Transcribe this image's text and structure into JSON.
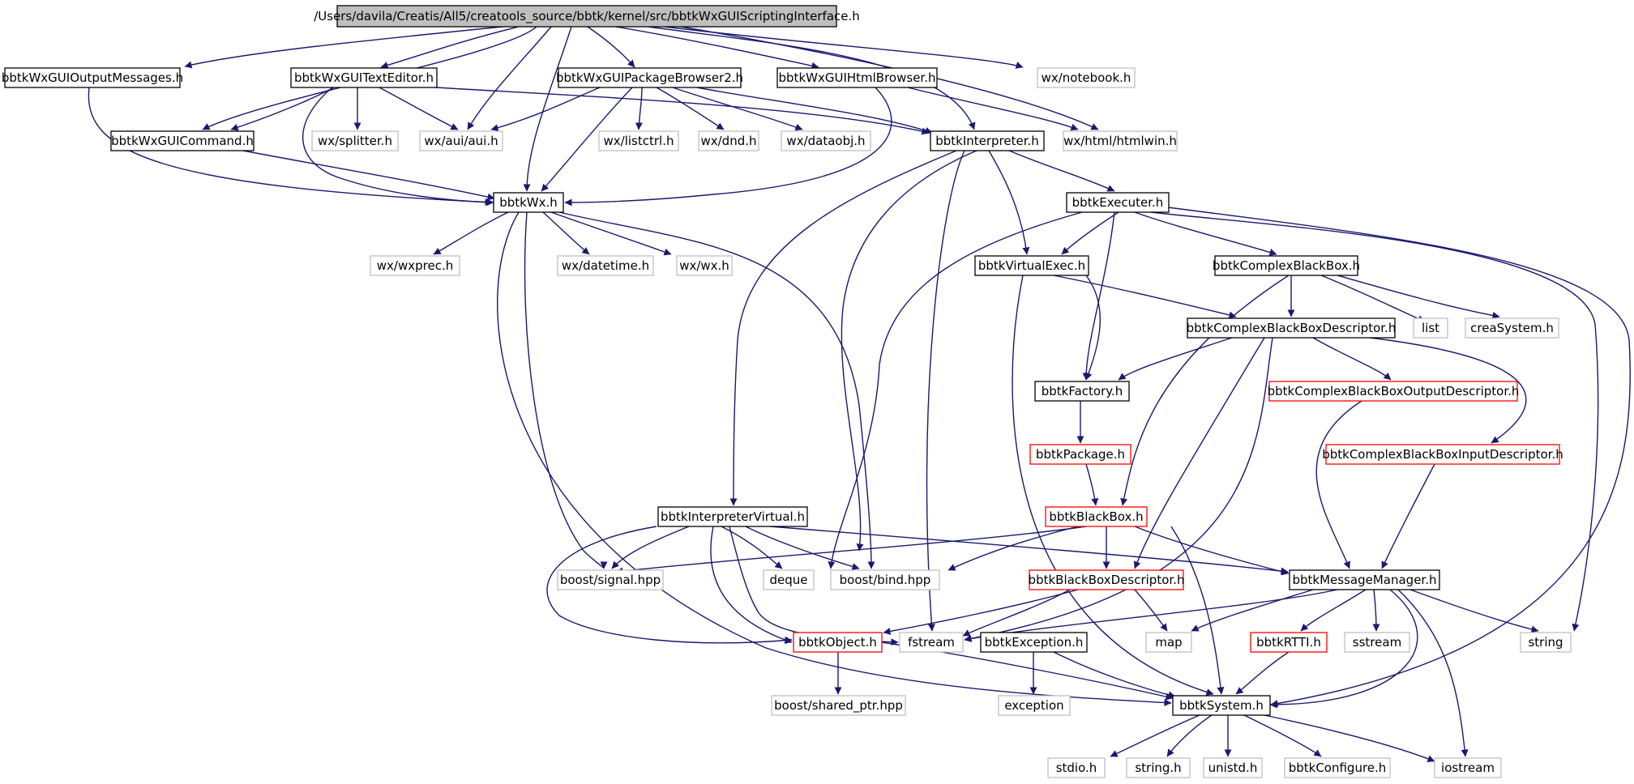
{
  "colors": {
    "edge": "#191970",
    "root_fill": "#bfbfbf",
    "node_border": "#000000",
    "truncated_border": "#ff0000",
    "external_border": "#bfbfbf",
    "text": "#000000",
    "background": "#ffffff"
  },
  "nodes": [
    {
      "id": "root",
      "label": "/Users/davila/Creatis/All5/creatools_source/bbtk/kernel/src/bbtkWxGUIScriptingInterface.h",
      "kind": "root"
    },
    {
      "id": "outmsg",
      "label": "bbtkWxGUIOutputMessages.h",
      "kind": "normal"
    },
    {
      "id": "texted",
      "label": "bbtkWxGUITextEditor.h",
      "kind": "normal"
    },
    {
      "id": "pkgbr",
      "label": "bbtkWxGUIPackageBrowser2.h",
      "kind": "normal"
    },
    {
      "id": "htmlbr",
      "label": "bbtkWxGUIHtmlBrowser.h",
      "kind": "normal"
    },
    {
      "id": "notebook",
      "label": "wx/notebook.h",
      "kind": "external"
    },
    {
      "id": "command",
      "label": "bbtkWxGUICommand.h",
      "kind": "normal"
    },
    {
      "id": "splitter",
      "label": "wx/splitter.h",
      "kind": "external"
    },
    {
      "id": "aui",
      "label": "wx/aui/aui.h",
      "kind": "external"
    },
    {
      "id": "listctrl",
      "label": "wx/listctrl.h",
      "kind": "external"
    },
    {
      "id": "dnd",
      "label": "wx/dnd.h",
      "kind": "external"
    },
    {
      "id": "dataobj",
      "label": "wx/dataobj.h",
      "kind": "external"
    },
    {
      "id": "interp",
      "label": "bbtkInterpreter.h",
      "kind": "normal"
    },
    {
      "id": "htmlwin",
      "label": "wx/html/htmlwin.h",
      "kind": "external"
    },
    {
      "id": "wx",
      "label": "bbtkWx.h",
      "kind": "normal"
    },
    {
      "id": "executer",
      "label": "bbtkExecuter.h",
      "kind": "normal"
    },
    {
      "id": "wxprec",
      "label": "wx/wxprec.h",
      "kind": "external"
    },
    {
      "id": "datetime",
      "label": "wx/datetime.h",
      "kind": "external"
    },
    {
      "id": "wxwx",
      "label": "wx/wx.h",
      "kind": "external"
    },
    {
      "id": "vexec",
      "label": "bbtkVirtualExec.h",
      "kind": "normal"
    },
    {
      "id": "cbb",
      "label": "bbtkComplexBlackBox.h",
      "kind": "normal"
    },
    {
      "id": "cbbd",
      "label": "bbtkComplexBlackBoxDescriptor.h",
      "kind": "normal"
    },
    {
      "id": "list",
      "label": "list",
      "kind": "external"
    },
    {
      "id": "creasys",
      "label": "creaSystem.h",
      "kind": "external"
    },
    {
      "id": "factory",
      "label": "bbtkFactory.h",
      "kind": "normal"
    },
    {
      "id": "cbbod",
      "label": "bbtkComplexBlackBoxOutputDescriptor.h",
      "kind": "truncated"
    },
    {
      "id": "package",
      "label": "bbtkPackage.h",
      "kind": "truncated"
    },
    {
      "id": "cbbid",
      "label": "bbtkComplexBlackBoxInputDescriptor.h",
      "kind": "truncated"
    },
    {
      "id": "interpv",
      "label": "bbtkInterpreterVirtual.h",
      "kind": "normal"
    },
    {
      "id": "bb",
      "label": "bbtkBlackBox.h",
      "kind": "truncated"
    },
    {
      "id": "signal",
      "label": "boost/signal.hpp",
      "kind": "external"
    },
    {
      "id": "deque",
      "label": "deque",
      "kind": "external"
    },
    {
      "id": "bind",
      "label": "boost/bind.hpp",
      "kind": "external"
    },
    {
      "id": "bbd",
      "label": "bbtkBlackBoxDescriptor.h",
      "kind": "truncated"
    },
    {
      "id": "msgmgr",
      "label": "bbtkMessageManager.h",
      "kind": "normal"
    },
    {
      "id": "object",
      "label": "bbtkObject.h",
      "kind": "truncated"
    },
    {
      "id": "fstream",
      "label": "fstream",
      "kind": "external"
    },
    {
      "id": "exception",
      "label": "bbtkException.h",
      "kind": "normal"
    },
    {
      "id": "map",
      "label": "map",
      "kind": "external"
    },
    {
      "id": "rtti",
      "label": "bbtkRTTI.h",
      "kind": "truncated"
    },
    {
      "id": "sstream",
      "label": "sstream",
      "kind": "external"
    },
    {
      "id": "string",
      "label": "string",
      "kind": "external"
    },
    {
      "id": "sharedptr",
      "label": "boost/shared_ptr.hpp",
      "kind": "external"
    },
    {
      "id": "stdexc",
      "label": "exception",
      "kind": "external"
    },
    {
      "id": "system",
      "label": "bbtkSystem.h",
      "kind": "normal"
    },
    {
      "id": "stdio",
      "label": "stdio.h",
      "kind": "external"
    },
    {
      "id": "stringh",
      "label": "string.h",
      "kind": "external"
    },
    {
      "id": "unistd",
      "label": "unistd.h",
      "kind": "external"
    },
    {
      "id": "config",
      "label": "bbtkConfigure.h",
      "kind": "external"
    },
    {
      "id": "iostream",
      "label": "iostream",
      "kind": "external"
    }
  ]
}
